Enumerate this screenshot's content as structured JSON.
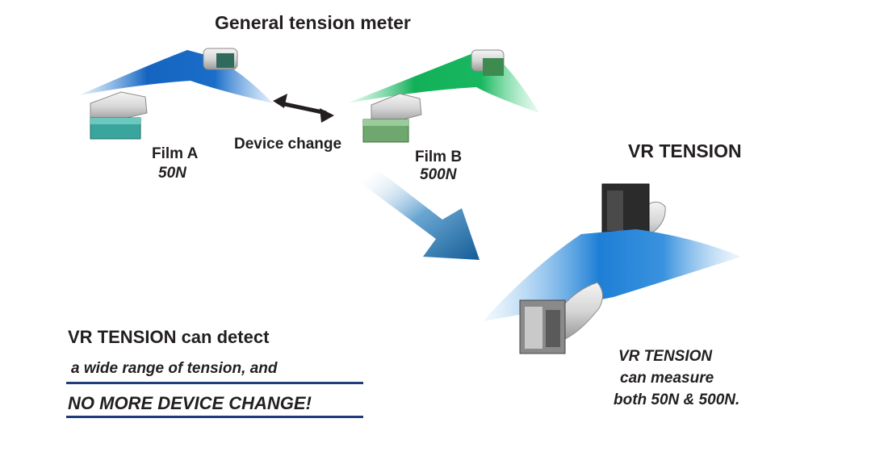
{
  "general": {
    "title": "General tension meter",
    "device_change": "Device change",
    "film_a": {
      "name": "Film A",
      "tension": "50N"
    },
    "film_b": {
      "name": "Film B",
      "tension": "500N"
    }
  },
  "vr": {
    "title": "VR TENSION",
    "note_line1": "VR TENSION",
    "note_line2": "can measure",
    "note_line3": "both 50N & 500N."
  },
  "tagline": {
    "line1": "VR TENSION can detect",
    "line2": "a wide range of tension, and",
    "line3": "NO MORE DEVICE CHANGE!"
  },
  "colors": {
    "film_a": "#1565c0",
    "film_b": "#12b058",
    "vr_film": "#1e7fd6",
    "arrow": "#1a6fae",
    "rule": "#1f3d7a",
    "sensor_teal": "#3aa59c",
    "sensor_green": "#6fa86f",
    "sensor_dark": "#3a3a3a"
  }
}
